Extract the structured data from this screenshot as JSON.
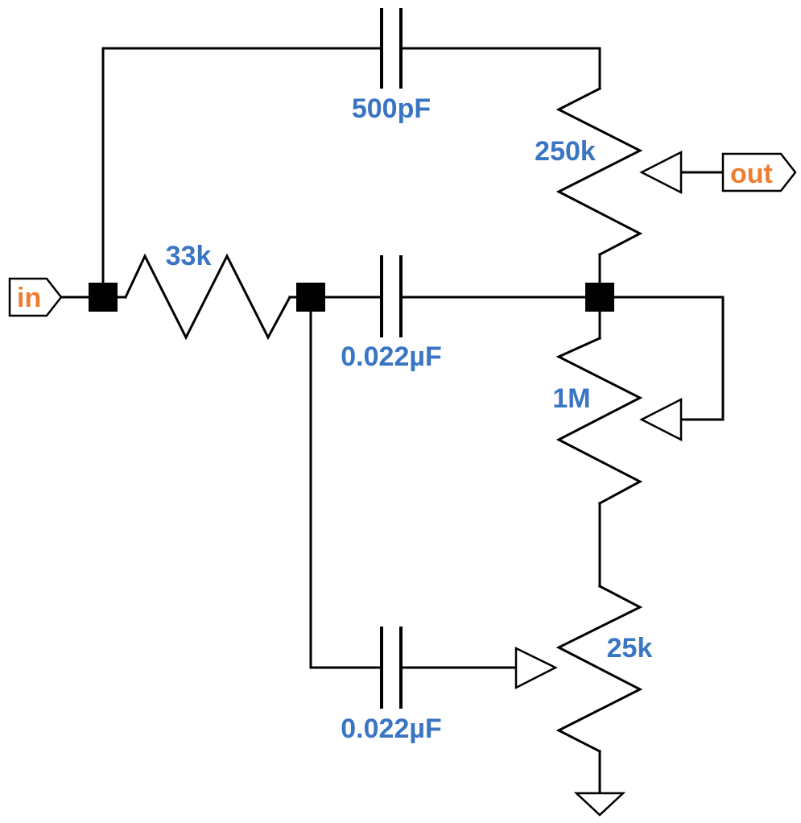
{
  "colors": {
    "value_text": "#3a75c4",
    "port_text": "#ed7d31",
    "wire": "#000000"
  },
  "ports": {
    "input": "in",
    "output": "out"
  },
  "components": {
    "c_top": "500pF",
    "c_mid": "0.022µF",
    "c_bottom": "0.022µF",
    "r_series": "33k",
    "pot_treble": "250k",
    "pot_bass": "1M",
    "pot_mid": "25k"
  }
}
